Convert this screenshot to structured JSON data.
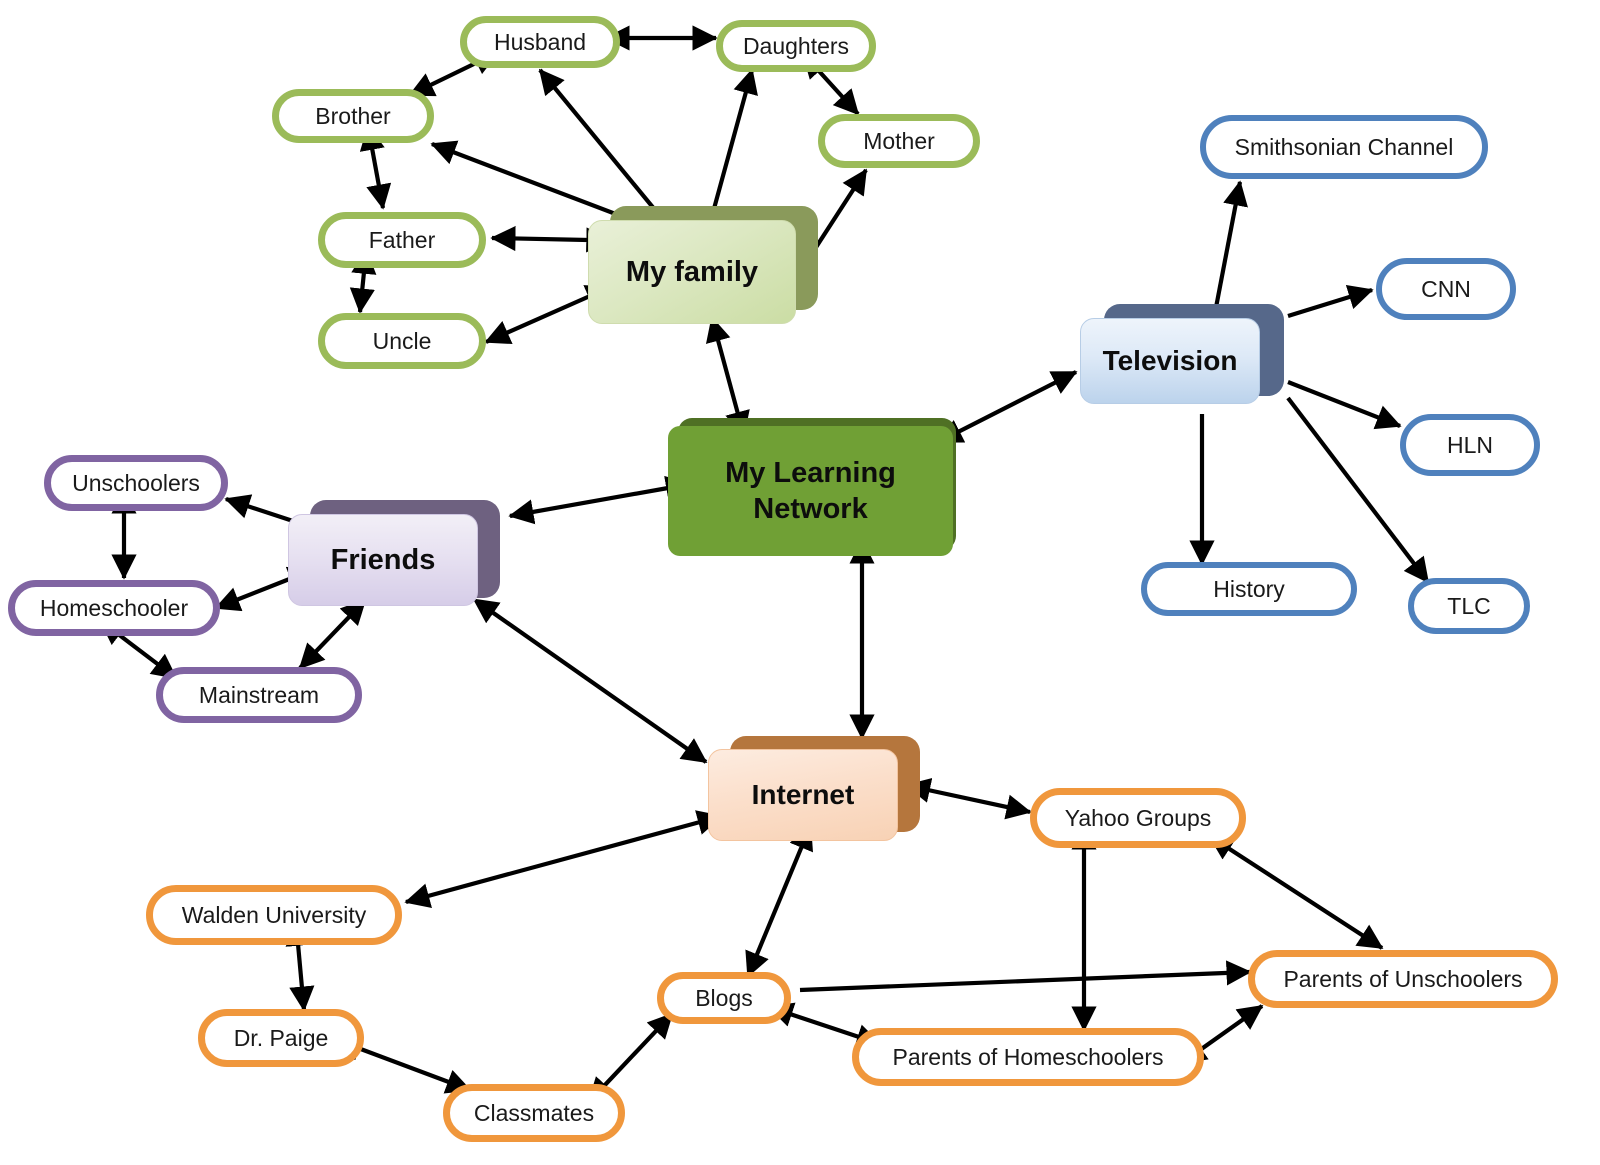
{
  "diagram": {
    "title": "My Learning Network",
    "type": "mind-map",
    "background": "#ffffff",
    "palette": {
      "center_green": "#70a035",
      "family_green": "#9BBB59",
      "friends_purple": "#8064A2",
      "television_blue": "#4F81BD",
      "internet_orange": "#F0973C",
      "arrow_black": "#000000"
    }
  },
  "hubs": {
    "center": {
      "label": "My Learning\nNetwork",
      "line1": "My Learning",
      "line2": "Network",
      "color": "#70a035"
    },
    "family": {
      "label": "My family",
      "color": "#9BBB59"
    },
    "television": {
      "label": "Television",
      "color": "#4F81BD"
    },
    "friends": {
      "label": "Friends",
      "color": "#8064A2"
    },
    "internet": {
      "label": "Internet",
      "color": "#F0973C"
    }
  },
  "branches": {
    "family": {
      "hub": "My family",
      "color": "#9BBB59",
      "nodes": [
        {
          "label": "Husband"
        },
        {
          "label": "Daughters"
        },
        {
          "label": "Brother"
        },
        {
          "label": "Mother"
        },
        {
          "label": "Father"
        },
        {
          "label": "Uncle"
        }
      ]
    },
    "television": {
      "hub": "Television",
      "color": "#4F81BD",
      "nodes": [
        {
          "label": "Smithsonian Channel"
        },
        {
          "label": "CNN"
        },
        {
          "label": "HLN"
        },
        {
          "label": "History"
        },
        {
          "label": "TLC"
        }
      ]
    },
    "friends": {
      "hub": "Friends",
      "color": "#8064A2",
      "nodes": [
        {
          "label": "Unschoolers"
        },
        {
          "label": "Homeschooler"
        },
        {
          "label": "Mainstream"
        }
      ]
    },
    "internet": {
      "hub": "Internet",
      "color": "#F0973C",
      "nodes": [
        {
          "label": "Yahoo Groups"
        },
        {
          "label": "Walden University"
        },
        {
          "label": "Dr. Paige"
        },
        {
          "label": "Classmates"
        },
        {
          "label": "Blogs"
        },
        {
          "label": "Parents of Homeschoolers"
        },
        {
          "label": "Parents of Unschoolers"
        }
      ]
    }
  },
  "connections": [
    {
      "from": "My Learning Network",
      "to": "My family",
      "arrows": "both"
    },
    {
      "from": "My Learning Network",
      "to": "Television",
      "arrows": "both"
    },
    {
      "from": "My Learning Network",
      "to": "Friends",
      "arrows": "both"
    },
    {
      "from": "My Learning Network",
      "to": "Internet",
      "arrows": "both"
    },
    {
      "from": "My family",
      "to": "Husband",
      "arrows": "both"
    },
    {
      "from": "My family",
      "to": "Daughters",
      "arrows": "both"
    },
    {
      "from": "My family",
      "to": "Brother",
      "arrows": "both"
    },
    {
      "from": "My family",
      "to": "Mother",
      "arrows": "both"
    },
    {
      "from": "My family",
      "to": "Father",
      "arrows": "both"
    },
    {
      "from": "My family",
      "to": "Uncle",
      "arrows": "both"
    },
    {
      "from": "Husband",
      "to": "Daughters",
      "arrows": "both"
    },
    {
      "from": "Husband",
      "to": "Brother",
      "arrows": "both"
    },
    {
      "from": "Brother",
      "to": "Father",
      "arrows": "both"
    },
    {
      "from": "Father",
      "to": "Uncle",
      "arrows": "both"
    },
    {
      "from": "Daughters",
      "to": "Mother",
      "arrows": "both"
    },
    {
      "from": "Television",
      "to": "Smithsonian Channel",
      "arrows": "single"
    },
    {
      "from": "Television",
      "to": "CNN",
      "arrows": "single"
    },
    {
      "from": "Television",
      "to": "HLN",
      "arrows": "single"
    },
    {
      "from": "Television",
      "to": "History",
      "arrows": "single"
    },
    {
      "from": "Television",
      "to": "TLC",
      "arrows": "single"
    },
    {
      "from": "Friends",
      "to": "Unschoolers",
      "arrows": "single"
    },
    {
      "from": "Friends",
      "to": "Homeschooler",
      "arrows": "both"
    },
    {
      "from": "Friends",
      "to": "Mainstream",
      "arrows": "both"
    },
    {
      "from": "Unschoolers",
      "to": "Homeschooler",
      "arrows": "both"
    },
    {
      "from": "Homeschooler",
      "to": "Mainstream",
      "arrows": "both"
    },
    {
      "from": "Internet",
      "to": "Yahoo Groups",
      "arrows": "both"
    },
    {
      "from": "Internet",
      "to": "Walden University",
      "arrows": "both"
    },
    {
      "from": "Internet",
      "to": "Blogs",
      "arrows": "both"
    },
    {
      "from": "Walden University",
      "to": "Dr. Paige",
      "arrows": "both"
    },
    {
      "from": "Dr. Paige",
      "to": "Classmates",
      "arrows": "both"
    },
    {
      "from": "Classmates",
      "to": "Blogs",
      "arrows": "both"
    },
    {
      "from": "Blogs",
      "to": "Parents of Unschoolers",
      "arrows": "single"
    },
    {
      "from": "Blogs",
      "to": "Parents of Homeschoolers",
      "arrows": "both"
    },
    {
      "from": "Yahoo Groups",
      "to": "Parents of Homeschoolers",
      "arrows": "both"
    },
    {
      "from": "Yahoo Groups",
      "to": "Parents of Unschoolers",
      "arrows": "both"
    },
    {
      "from": "Parents of Homeschoolers",
      "to": "Parents of Unschoolers",
      "arrows": "both"
    }
  ]
}
